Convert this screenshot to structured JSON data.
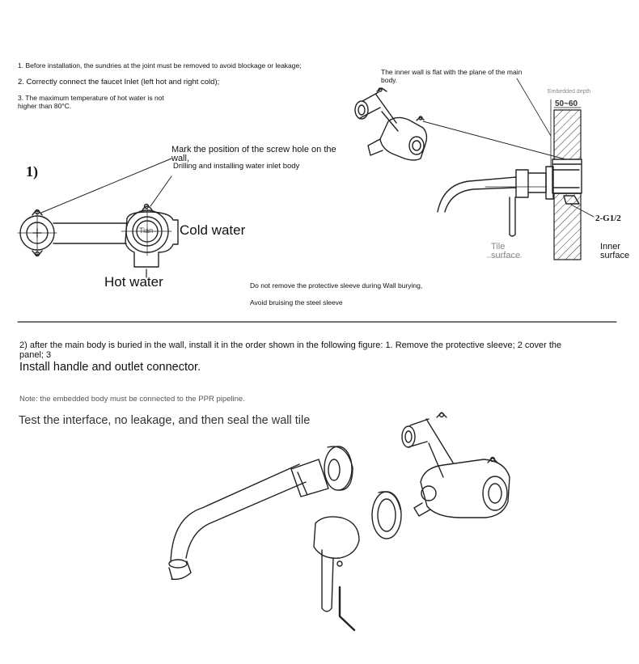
{
  "notes": {
    "n1": "1. Before installation, the sundries at the joint must be removed to avoid blockage or leakage;",
    "n2": "2. Correctly connect the faucet Inlet (left hot and right cold);",
    "n3a": "3. The maximum temperature of hot water is not",
    "n3b": "higher than 80°C."
  },
  "section1": {
    "step_label": "1)",
    "mark_line1": "Mark the position of the screw hole on the",
    "mark_line2": "wall,",
    "drill_line": "Drilling and installing water inlet body",
    "cold_water": "Cold water",
    "hot_water": "Hot water",
    "body_text": "Tian",
    "sleeve_warning": "Do not remove the protective sleeve during Wall burying,",
    "bruise_warning": "Avoid bruising the steel sleeve",
    "inner_wall_note1": "The inner wall is flat with the plane of the main",
    "inner_wall_note2": "body.",
    "embedded_depth": "Embedded depth",
    "depth_range": "50~60",
    "thread_label": "2-G1/2",
    "tile_surface1": "Tile",
    "tile_surface2": "surface",
    "inner_surface1": "Inner",
    "inner_surface2": "surface"
  },
  "section2": {
    "line1": "2) after the main body is buried in the wall, install it in the order shown in the following figure: 1. Remove the protective sleeve; 2 cover the",
    "line2": "panel; 3",
    "line3": "Install handle and outlet connector.",
    "note": "Note: the embedded body must be connected to the PPR pipeline.",
    "test_line": "Test the interface, no leakage, and then seal the wall tile"
  },
  "colors": {
    "text": "#111111",
    "muted": "#888888",
    "line": "#222222"
  }
}
